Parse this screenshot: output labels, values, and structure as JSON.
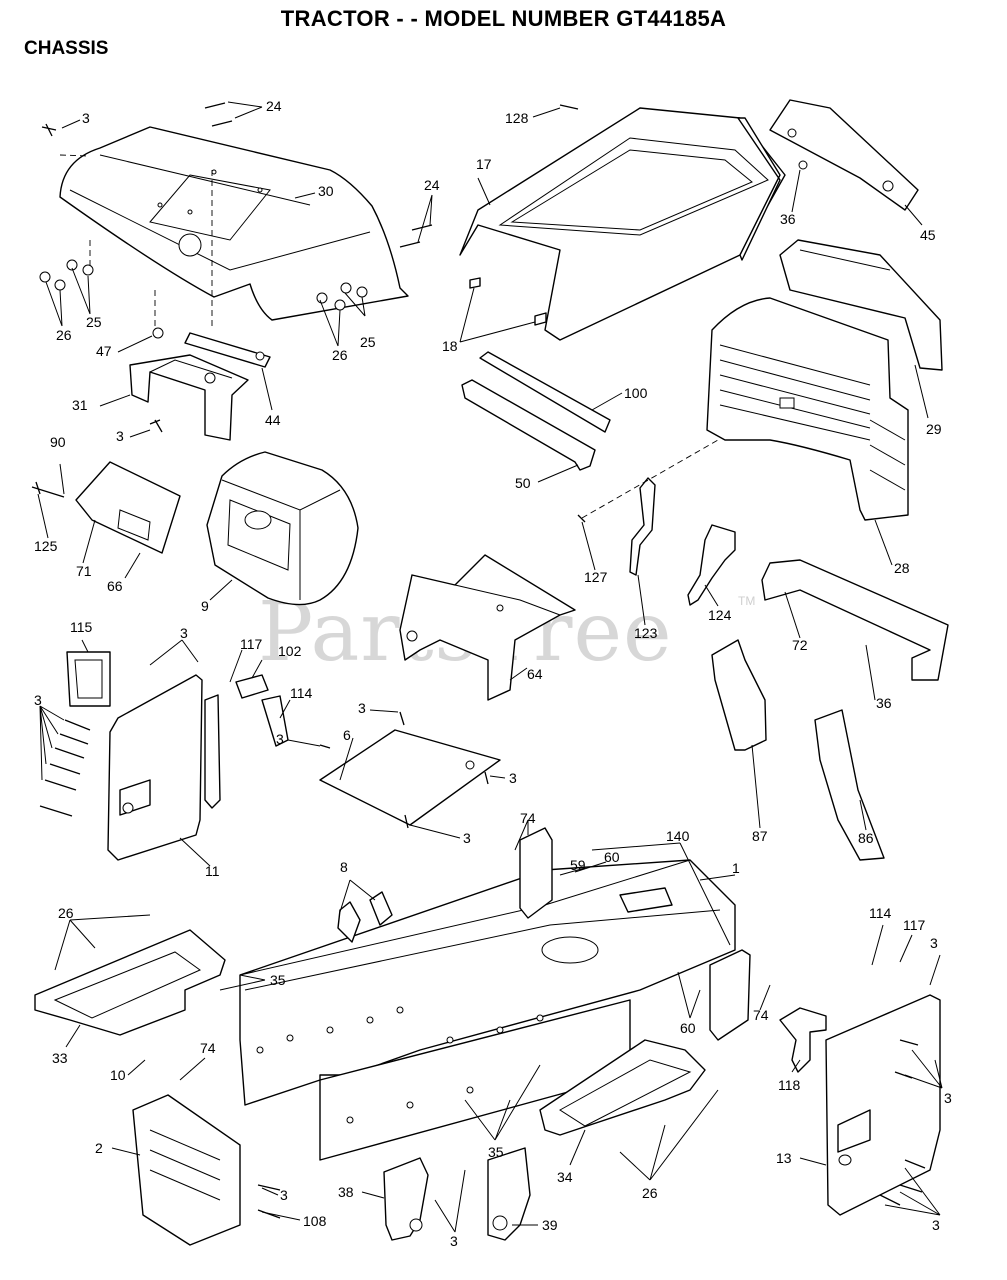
{
  "header": {
    "title": "TRACTOR - - MODEL NUMBER GT44185A",
    "section": "CHASSIS"
  },
  "watermark": {
    "text": "PartsTree",
    "tm": "TM"
  },
  "callouts": [
    {
      "id": "c1",
      "text": "3"
    },
    {
      "id": "c2",
      "text": "24"
    },
    {
      "id": "c3",
      "text": "30"
    },
    {
      "id": "c4",
      "text": "24"
    },
    {
      "id": "c5",
      "text": "25"
    },
    {
      "id": "c6",
      "text": "26"
    },
    {
      "id": "c7",
      "text": "26"
    },
    {
      "id": "c8",
      "text": "25"
    },
    {
      "id": "c9",
      "text": "47"
    },
    {
      "id": "c10",
      "text": "31"
    },
    {
      "id": "c11",
      "text": "44"
    },
    {
      "id": "c12",
      "text": "3"
    },
    {
      "id": "c13",
      "text": "90"
    },
    {
      "id": "c14",
      "text": "125"
    },
    {
      "id": "c15",
      "text": "71"
    },
    {
      "id": "c16",
      "text": "66"
    },
    {
      "id": "c17",
      "text": "9"
    },
    {
      "id": "c18",
      "text": "128"
    },
    {
      "id": "c19",
      "text": "17"
    },
    {
      "id": "c20",
      "text": "18"
    },
    {
      "id": "c21",
      "text": "36"
    },
    {
      "id": "c22",
      "text": "45"
    },
    {
      "id": "c23",
      "text": "29"
    },
    {
      "id": "c24",
      "text": "100"
    },
    {
      "id": "c25",
      "text": "50"
    },
    {
      "id": "c26",
      "text": "127"
    },
    {
      "id": "c27",
      "text": "123"
    },
    {
      "id": "c28",
      "text": "124"
    },
    {
      "id": "c29",
      "text": "28"
    },
    {
      "id": "c30",
      "text": "72"
    },
    {
      "id": "c31",
      "text": "36"
    },
    {
      "id": "c32",
      "text": "64"
    },
    {
      "id": "c33",
      "text": "115"
    },
    {
      "id": "c34",
      "text": "3"
    },
    {
      "id": "c35",
      "text": "117"
    },
    {
      "id": "c36",
      "text": "102"
    },
    {
      "id": "c37",
      "text": "114"
    },
    {
      "id": "c38",
      "text": "3"
    },
    {
      "id": "c39",
      "text": "11"
    },
    {
      "id": "c40",
      "text": "3"
    },
    {
      "id": "c41",
      "text": "6"
    },
    {
      "id": "c42",
      "text": "3"
    },
    {
      "id": "c43",
      "text": "3"
    },
    {
      "id": "c44",
      "text": "3"
    },
    {
      "id": "c45",
      "text": "87"
    },
    {
      "id": "c46",
      "text": "86"
    },
    {
      "id": "c47",
      "text": "74"
    },
    {
      "id": "c48",
      "text": "140"
    },
    {
      "id": "c49",
      "text": "59"
    },
    {
      "id": "c50",
      "text": "60"
    },
    {
      "id": "c51",
      "text": "1"
    },
    {
      "id": "c52",
      "text": "8"
    },
    {
      "id": "c53",
      "text": "26"
    },
    {
      "id": "c54",
      "text": "35"
    },
    {
      "id": "c55",
      "text": "33"
    },
    {
      "id": "c56",
      "text": "10"
    },
    {
      "id": "c57",
      "text": "74"
    },
    {
      "id": "c58",
      "text": "2"
    },
    {
      "id": "c59",
      "text": "3"
    },
    {
      "id": "c60",
      "text": "108"
    },
    {
      "id": "c61",
      "text": "60"
    },
    {
      "id": "c62",
      "text": "74"
    },
    {
      "id": "c63",
      "text": "118"
    },
    {
      "id": "c64",
      "text": "114"
    },
    {
      "id": "c65",
      "text": "117"
    },
    {
      "id": "c66",
      "text": "3"
    },
    {
      "id": "c67",
      "text": "3"
    },
    {
      "id": "c68",
      "text": "13"
    },
    {
      "id": "c69",
      "text": "3"
    },
    {
      "id": "c70",
      "text": "35"
    },
    {
      "id": "c71",
      "text": "34"
    },
    {
      "id": "c72",
      "text": "26"
    },
    {
      "id": "c73",
      "text": "38"
    },
    {
      "id": "c74",
      "text": "3"
    },
    {
      "id": "c75",
      "text": "39"
    }
  ]
}
